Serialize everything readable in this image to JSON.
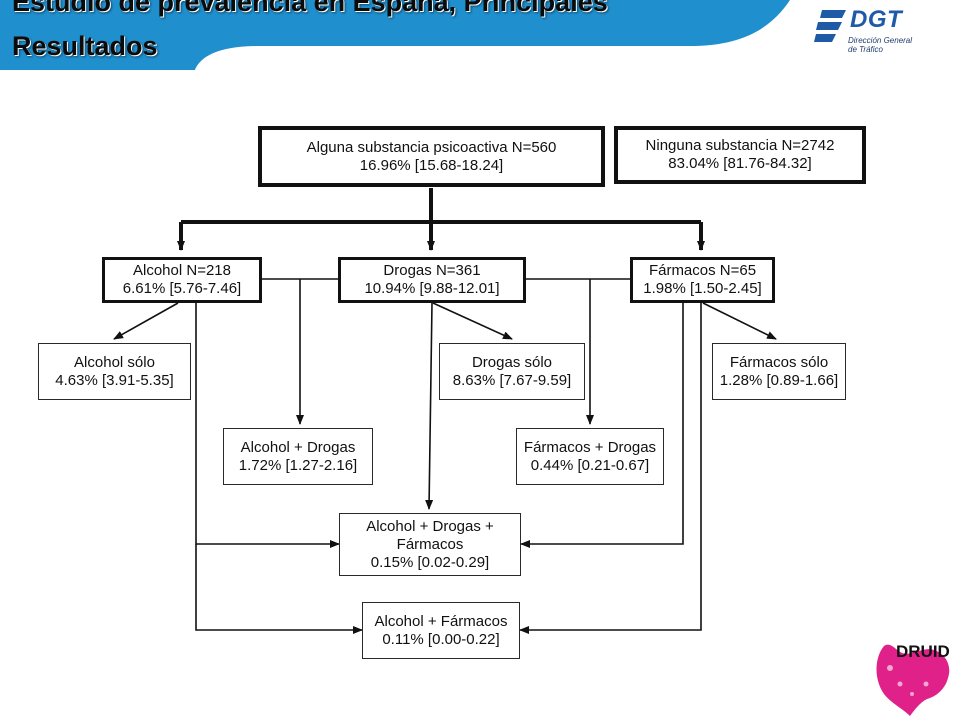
{
  "title": {
    "line1": "Estudio de prevalencia en España, Principales",
    "line2": "Resultados"
  },
  "logos": {
    "dgt": {
      "name": "DGT",
      "subtitle_line1": "Dirección General",
      "subtitle_line2": "de Tráfico"
    },
    "druid": {
      "name": "DRUID"
    }
  },
  "colors": {
    "header_band": "#1f8fce",
    "dgt_blue": "#1f5aa6",
    "druid_magenta": "#e0218a"
  },
  "nodes": {
    "any": {
      "line1": "Alguna substancia psicoactiva N=560",
      "line2": "16.96% [15.68-18.24]"
    },
    "none": {
      "line1": "Ninguna substancia N=2742",
      "line2": "83.04% [81.76-84.32]"
    },
    "alcohol": {
      "line1": "Alcohol N=218",
      "line2": "6.61% [5.76-7.46]"
    },
    "drugs": {
      "line1": "Drogas N=361",
      "line2": "10.94% [9.88-12.01]"
    },
    "meds": {
      "line1": "Fármacos N=65",
      "line2": "1.98% [1.50-2.45]"
    },
    "alcohol_only": {
      "line1": "Alcohol sólo",
      "line2": "4.63% [3.91-5.35]"
    },
    "drugs_only": {
      "line1": "Drogas sólo",
      "line2": "8.63% [7.67-9.59]"
    },
    "meds_only": {
      "line1": "Fármacos sólo",
      "line2": "1.28% [0.89-1.66]"
    },
    "alcohol_drugs": {
      "line1": "Alcohol + Drogas",
      "line2": "1.72% [1.27-2.16]"
    },
    "meds_drugs": {
      "line1": "Fármacos + Drogas",
      "line2": "0.44% [0.21-0.67]"
    },
    "all_three": {
      "line1": "Alcohol + Drogas +",
      "line2": "Fármacos",
      "line3": "0.15% [0.02-0.29]"
    },
    "alcohol_meds": {
      "line1": "Alcohol + Fármacos",
      "line2": "0.11% [0.00-0.22]"
    }
  }
}
